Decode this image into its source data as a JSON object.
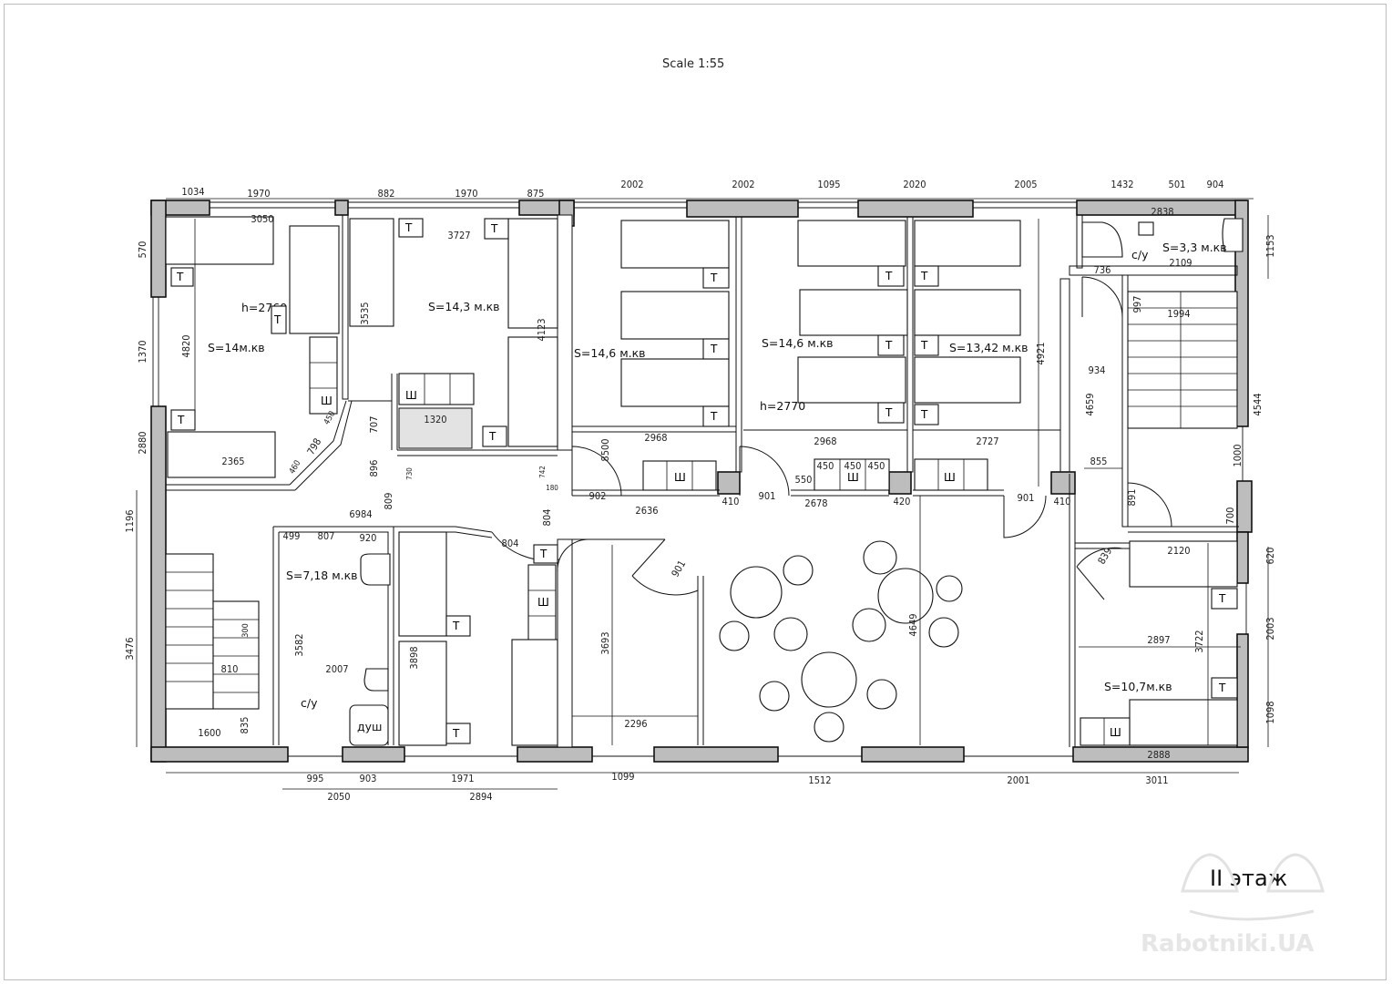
{
  "header": {
    "scale": "Scale 1:55"
  },
  "floor_label": "II этаж",
  "watermark": "Rabotniki.UA",
  "rooms": [
    {
      "area": "S=14м.кв"
    },
    {
      "area": "S=14,3 м.кв"
    },
    {
      "area": "S=14,6 м.кв"
    },
    {
      "area": "S=14,6 м.кв"
    },
    {
      "area": "S=13,42 м.кв"
    },
    {
      "area": "S=3,3 м.кв"
    },
    {
      "area": "S=7,18 м.кв"
    },
    {
      "area": "S=10,7м.кв"
    }
  ],
  "notes": {
    "h1": "h=2760",
    "h2": "h=2770",
    "wc1": "с/у",
    "wc2": "с/у",
    "shower": "душ",
    "t": "Т",
    "sh": "Ш"
  },
  "dims_top": [
    "1034",
    "1970",
    "882",
    "1970",
    "875",
    "2002",
    "2002",
    "1095",
    "2020",
    "2005",
    "1432",
    "501",
    "904"
  ],
  "dims_bottom": [
    "995",
    "903",
    "1971",
    "1099",
    "1512",
    "2001",
    "2050",
    "2894",
    "3011"
  ],
  "dims_left": [
    "570",
    "1370",
    "2880",
    "1196",
    "3476"
  ],
  "dims_right": [
    "1153",
    "4544",
    "1000",
    "700",
    "620",
    "2003",
    "1098"
  ],
  "dims_inner": [
    "3050",
    "3727",
    "2838",
    "2109",
    "4820",
    "3535",
    "4123",
    "4921",
    "997",
    "1994",
    "736",
    "934",
    "4659",
    "855",
    "891",
    "2365",
    "1320",
    "707",
    "896",
    "730",
    "809",
    "460",
    "798",
    "450",
    "742",
    "180",
    "6984",
    "499",
    "807",
    "920",
    "804",
    "804",
    "8500",
    "2968",
    "2968",
    "2727",
    "902",
    "2636",
    "410",
    "901",
    "2678",
    "420",
    "901",
    "410",
    "550",
    "450",
    "450",
    "450",
    "901",
    "3582",
    "2007",
    "300",
    "810",
    "1600",
    "835",
    "3898",
    "3693",
    "2296",
    "4649",
    "839",
    "2120",
    "2897",
    "3722",
    "2888"
  ]
}
